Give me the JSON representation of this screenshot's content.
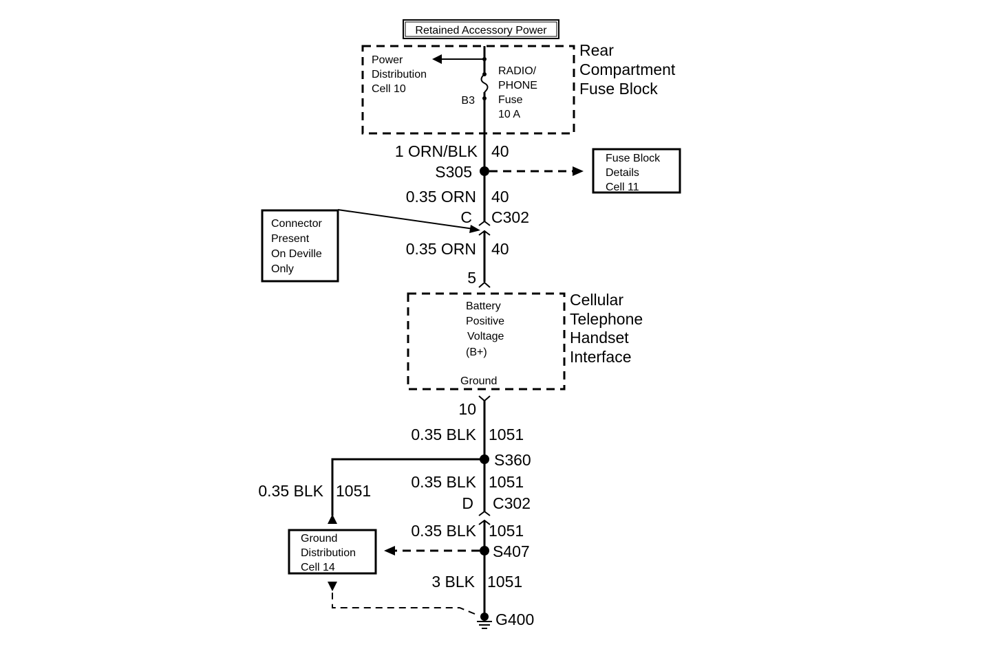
{
  "title": "Retained Accessory Power",
  "rear_fuse_block": {
    "name_lines": [
      "Rear",
      "Compartment",
      "Fuse Block"
    ],
    "power_dist_lines": [
      "Power",
      "Distribution",
      "Cell 10"
    ],
    "fuse_lines": [
      "RADIO/",
      "PHONE",
      "Fuse",
      "10 A"
    ],
    "terminal": "B3"
  },
  "wires": {
    "w1": {
      "label": "1 ORN/BLK",
      "circuit": "40"
    },
    "w2": {
      "label": "0.35 ORN",
      "circuit": "40"
    },
    "w3": {
      "label": "0.35 ORN",
      "circuit": "40"
    },
    "w4": {
      "label": "0.35 BLK",
      "circuit": "1051"
    },
    "w5": {
      "label": "0.35 BLK",
      "circuit": "1051"
    },
    "w6": {
      "label": "0.35 BLK",
      "circuit": "1051"
    },
    "w7": {
      "label": "3 BLK",
      "circuit": "1051"
    },
    "branch": {
      "label": "0.35 BLK",
      "circuit": "1051"
    }
  },
  "splices": {
    "s305": "S305",
    "s360": "S360",
    "s407": "S407"
  },
  "connectors": {
    "c302_top": {
      "pin": "C",
      "name": "C302"
    },
    "c302_bottom": {
      "pin": "D",
      "name": "C302"
    },
    "interface_pin_top": "5",
    "interface_pin_bottom": "10"
  },
  "fuse_block_details_lines": [
    "Fuse Block",
    "Details",
    "Cell 11"
  ],
  "note_lines": [
    "Connector",
    "Present",
    "On Deville",
    "Only"
  ],
  "interface": {
    "name_lines": [
      "Cellular",
      "Telephone",
      "Handset",
      "Interface"
    ],
    "bplus_lines": [
      "Battery",
      "Positive",
      "Voltage",
      "(B+)"
    ],
    "ground_label": "Ground"
  },
  "ground_dist_lines": [
    "Ground",
    "Distribution",
    "Cell 14"
  ],
  "ground": "G400"
}
